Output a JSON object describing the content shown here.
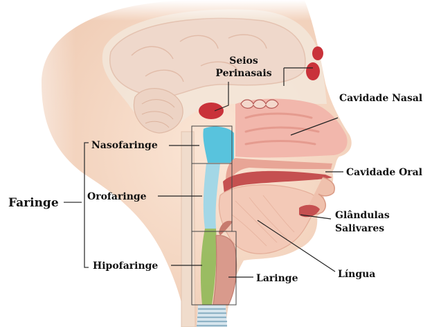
{
  "diagram": {
    "labels": {
      "seios_line1": "Seios",
      "seios_line2": "Perinasais",
      "cavidade_nasal": "Cavidade Nasal",
      "nasofaringe": "Nasofaringe",
      "cavidade_oral": "Cavidade Oral",
      "faringe": "Faringe",
      "orofaringe": "Orofaringe",
      "glandulas_line1": "Glândulas",
      "glandulas_line2": "Salivares",
      "hipofaringe": "Hipofaringe",
      "laringe": "Laringe",
      "lingua": "Língua"
    },
    "colors": {
      "skin": "#f6dcc8",
      "skin_dark": "#e9bfa6",
      "skull_bone": "#f1e4d6",
      "brain": "#efd9cc",
      "nasal_cavity": "#f2b7ac",
      "sinus": "#c9323a",
      "nasopharynx": "#58c3dd",
      "tongue": "#f3c9b7",
      "oral_cavity": "#c55050",
      "larynx": "#d99a8c",
      "esophagus_green": "#7cb342",
      "trachea_ring": "#a9c6d6",
      "leader_line": "#222222"
    }
  }
}
